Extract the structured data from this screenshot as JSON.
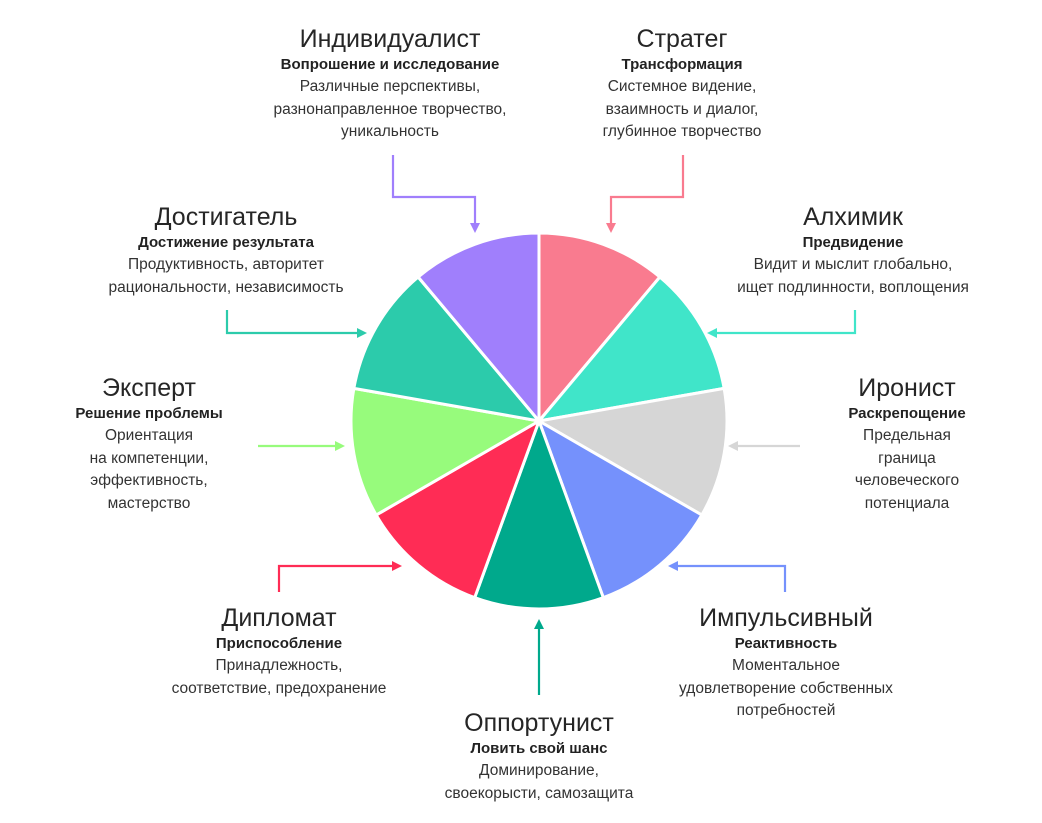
{
  "chart_data": {
    "type": "pie",
    "title": "",
    "center": [
      539,
      421
    ],
    "radius": 188,
    "equal_slices": true,
    "slice_angle_deg": 40,
    "segments": [
      {
        "name": "Стратег",
        "subtitle": "Трансформация",
        "description": [
          "Системное видение,",
          "взаимность и диалог,",
          "глубинное творчество"
        ],
        "color": "#f97b8f",
        "value": 1
      },
      {
        "name": "Алхимик",
        "subtitle": "Предвидение",
        "description": [
          "Видит и мыслит глобально,",
          "ищет подлинности, воплощения"
        ],
        "color": "#40e5c9",
        "value": 1
      },
      {
        "name": "Иронист",
        "subtitle": "Раскрепощение",
        "description": [
          "Предельная",
          "граница",
          "человеческого",
          "потенциала"
        ],
        "color": "#d6d6d6",
        "value": 1
      },
      {
        "name": "Импульсивный",
        "subtitle": "Реактивность",
        "description": [
          "Моментальное",
          "удовлетворение собственных",
          "потребностей"
        ],
        "color": "#7591fc",
        "value": 1
      },
      {
        "name": "Оппортунист",
        "subtitle": "Ловить свой шанс",
        "description": [
          "Доминирование,",
          "своекорысти, самозащита"
        ],
        "color": "#00a98c",
        "value": 1
      },
      {
        "name": "Дипломат",
        "subtitle": "Приспособление",
        "description": [
          "Принадлежность,",
          "соответствие, предохранение"
        ],
        "color": "#ff2c55",
        "value": 1
      },
      {
        "name": "Эксперт",
        "subtitle": "Решение проблемы",
        "description": [
          "Ориентация",
          "на компетенции,",
          "эффективность,",
          "мастерство"
        ],
        "color": "#97fb7c",
        "value": 1
      },
      {
        "name": "Достигатель",
        "subtitle": "Достижение результата",
        "description": [
          "Продуктивность, авторитет",
          "рациональности, независимость"
        ],
        "color": "#2ccbab",
        "value": 1
      },
      {
        "name": "Индивидуалист",
        "subtitle": "Вопрошение и исследование",
        "description": [
          "Различные перспективы,",
          "разнонаправленное творчество,",
          "уникальность"
        ],
        "color": "#a07ffc",
        "value": 1
      }
    ]
  },
  "labels": {
    "individualist": {
      "title": "Индивидуалист",
      "subtitle": "Вопрошение и исследование",
      "d1": "Различные перспективы,",
      "d2": "разнонаправленное творчество,",
      "d3": "уникальность"
    },
    "strategist": {
      "title": "Стратег",
      "subtitle": "Трансформация",
      "d1": "Системное видение,",
      "d2": "взаимность и диалог,",
      "d3": "глубинное творчество"
    },
    "achiever": {
      "title": "Достигатель",
      "subtitle": "Достижение результата",
      "d1": "Продуктивность, авторитет",
      "d2": "рациональности, независимость"
    },
    "alchemist": {
      "title": "Алхимик",
      "subtitle": "Предвидение",
      "d1": "Видит и мыслит глобально,",
      "d2": "ищет подлинности, воплощения"
    },
    "expert": {
      "title": "Эксперт",
      "subtitle": "Решение проблемы",
      "d1": "Ориентация",
      "d2": "на компетенции,",
      "d3": "эффективность,",
      "d4": "мастерство"
    },
    "ironist": {
      "title": "Иронист",
      "subtitle": "Раскрепощение",
      "d1": "Предельная",
      "d2": "граница",
      "d3": "человеческого",
      "d4": "потенциала"
    },
    "diplomat": {
      "title": "Дипломат",
      "subtitle": "Приспособление",
      "d1": "Принадлежность,",
      "d2": "соответствие, предохранение"
    },
    "impulsive": {
      "title": "Импульсивный",
      "subtitle": "Реактивность",
      "d1": "Моментальное",
      "d2": "удовлетворение собственных",
      "d3": "потребностей"
    },
    "opportunist": {
      "title": "Оппортунист",
      "subtitle": "Ловить свой шанс",
      "d1": "Доминирование,",
      "d2": "своекорысти, самозащита"
    }
  },
  "colors": {
    "strategist": "#f97b8f",
    "alchemist": "#40e5c9",
    "ironist": "#d6d6d6",
    "impulsive": "#7591fc",
    "opportunist": "#00a98c",
    "diplomat": "#ff2c55",
    "expert": "#97fb7c",
    "achiever": "#2ccbab",
    "individualist": "#a07ffc"
  }
}
